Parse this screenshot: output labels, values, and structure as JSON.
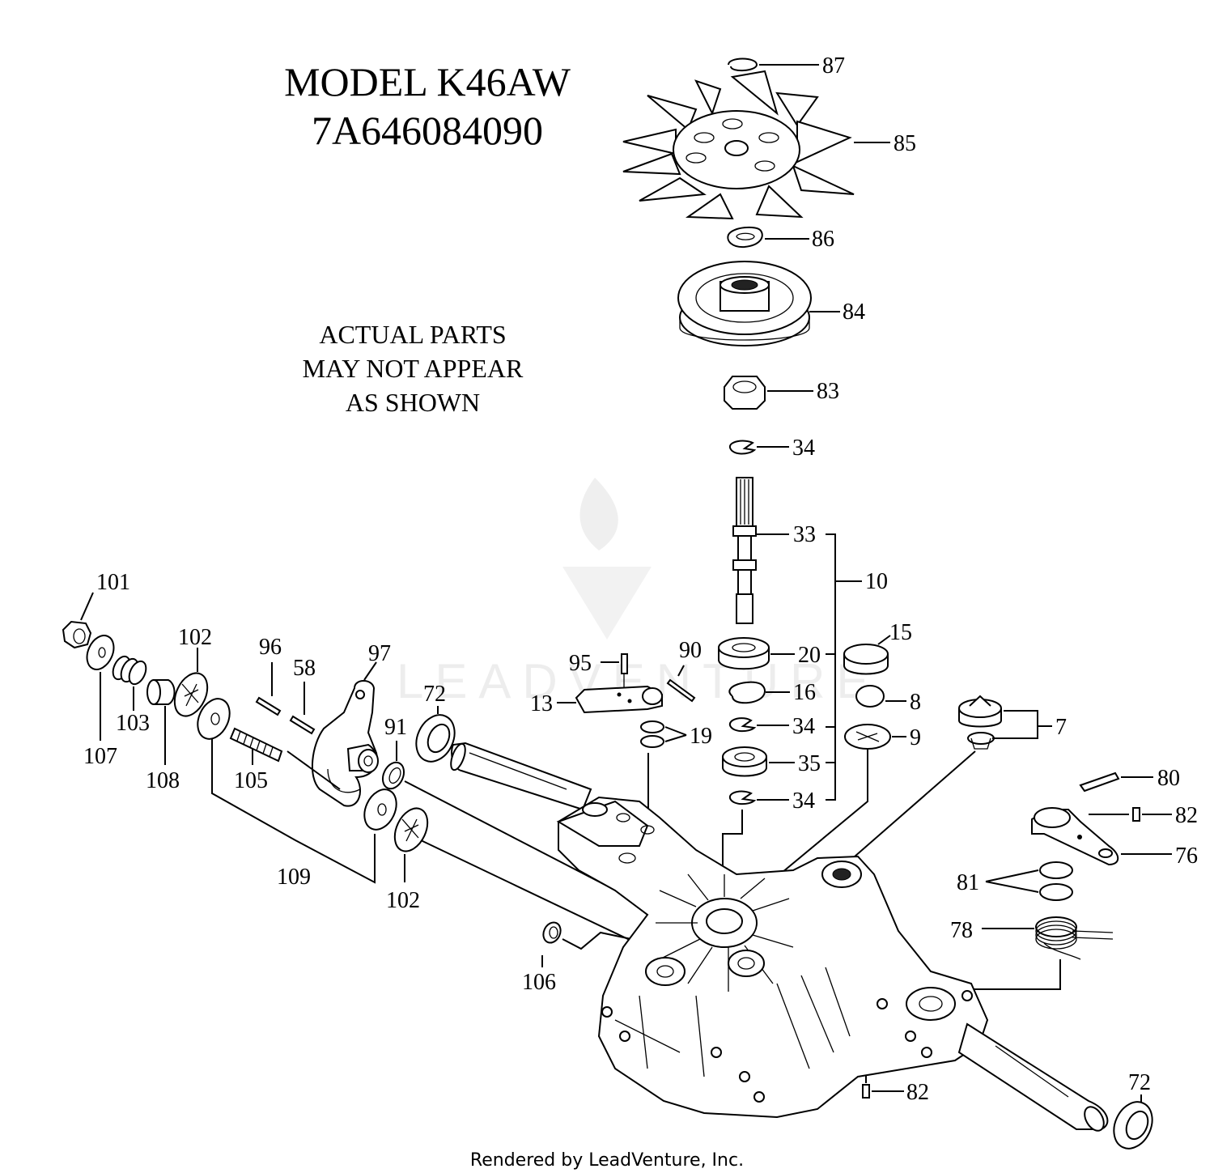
{
  "title": {
    "model": "MODEL K46AW",
    "number": "7A646084090"
  },
  "note": [
    "ACTUAL PARTS",
    "MAY NOT APPEAR",
    "AS SHOWN"
  ],
  "footer": "Rendered by LeadVenture, Inc.",
  "watermark": "LEADVENTURE",
  "callouts": {
    "c87": "87",
    "c85": "85",
    "c86": "86",
    "c84": "84",
    "c83": "83",
    "c34a": "34",
    "c33": "33",
    "c10": "10",
    "c20": "20",
    "c15": "15",
    "c16": "16",
    "c8": "8",
    "c34b": "34",
    "c9": "9",
    "c7": "7",
    "c35": "35",
    "c34c": "34",
    "c80": "80",
    "c82a": "82",
    "c76": "76",
    "c81": "81",
    "c78": "78",
    "c82b": "82",
    "c72b": "72",
    "c95": "95",
    "c90": "90",
    "c13": "13",
    "c19": "19",
    "c72a": "72",
    "c91": "91",
    "c101": "101",
    "c102a": "102",
    "c96": "96",
    "c58": "58",
    "c97": "97",
    "c107": "107",
    "c103": "103",
    "c108": "108",
    "c105": "105",
    "c109": "109",
    "c102b": "102",
    "c106": "106"
  }
}
